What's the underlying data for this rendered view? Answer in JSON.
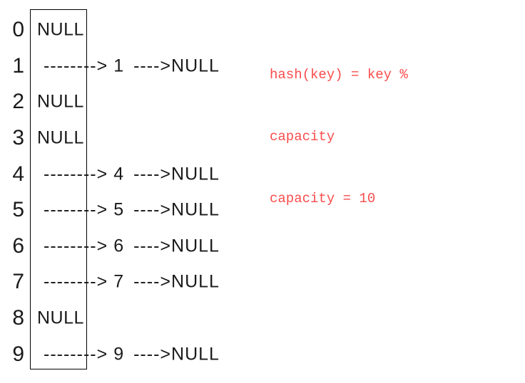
{
  "diagram": {
    "kind": "hash-table-with-chaining"
  },
  "hash_table": {
    "buckets": [
      {
        "index": "0",
        "type": "empty",
        "label": "NULL"
      },
      {
        "index": "1",
        "type": "chain",
        "arrow": "-------->",
        "value": "1",
        "tail": "---->NULL"
      },
      {
        "index": "2",
        "type": "empty",
        "label": "NULL"
      },
      {
        "index": "3",
        "type": "empty",
        "label": "NULL"
      },
      {
        "index": "4",
        "type": "chain",
        "arrow": "-------->",
        "value": "4",
        "tail": "---->NULL"
      },
      {
        "index": "5",
        "type": "chain",
        "arrow": "-------->",
        "value": "5",
        "tail": "---->NULL"
      },
      {
        "index": "6",
        "type": "chain",
        "arrow": "-------->",
        "value": "6",
        "tail": "---->NULL"
      },
      {
        "index": "7",
        "type": "chain",
        "arrow": "-------->",
        "value": "7",
        "tail": "---->NULL"
      },
      {
        "index": "8",
        "type": "empty",
        "label": "NULL"
      },
      {
        "index": "9",
        "type": "chain",
        "arrow": "-------->",
        "value": "9",
        "tail": "---->NULL"
      }
    ]
  },
  "annotation": {
    "lines": [
      "hash(key) = key %",
      "capacity",
      "capacity = 10"
    ]
  },
  "colors": {
    "background": "#ffffff",
    "ink": "#1a1a1a",
    "border": "#000000",
    "red": "#f94c4c"
  }
}
